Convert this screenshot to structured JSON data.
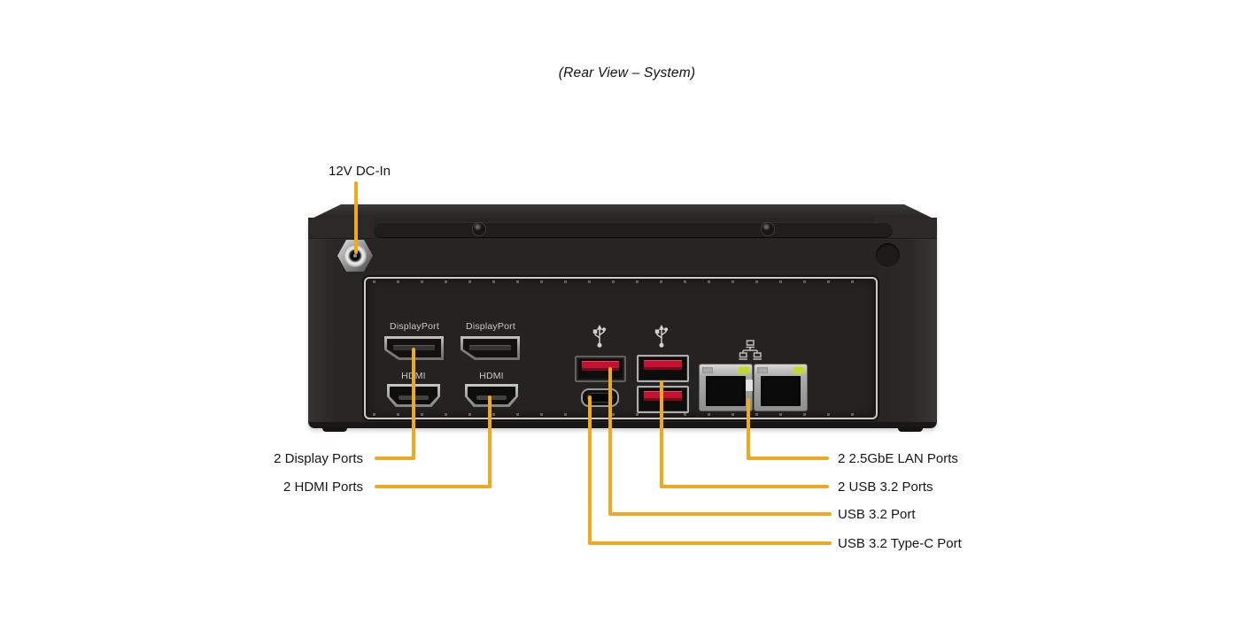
{
  "title": "(Rear View – System)",
  "colors": {
    "leader_line": "#F0A81C",
    "usb_red": "#C41230",
    "led_green": "#C3D82D",
    "chassis_dark": "#272624",
    "bezel_silver": "#CCCCCC"
  },
  "callouts": {
    "dc_in": "12V DC-In",
    "left": [
      {
        "label": "2 Display Ports"
      },
      {
        "label": "2 HDMI Ports"
      }
    ],
    "right": [
      {
        "label": "2 2.5GbE LAN Ports"
      },
      {
        "label": "2 USB 3.2 Ports"
      },
      {
        "label": "USB 3.2 Port"
      },
      {
        "label": "USB 3.2 Type-C Port"
      }
    ]
  },
  "ports": {
    "displayport_1": "DisplayPort",
    "displayport_2": "DisplayPort",
    "hdmi_1": "HDMI",
    "hdmi_2": "HDMI"
  },
  "icons": {
    "usb": "usb-trident-icon",
    "lan": "ethernet-network-icon"
  }
}
